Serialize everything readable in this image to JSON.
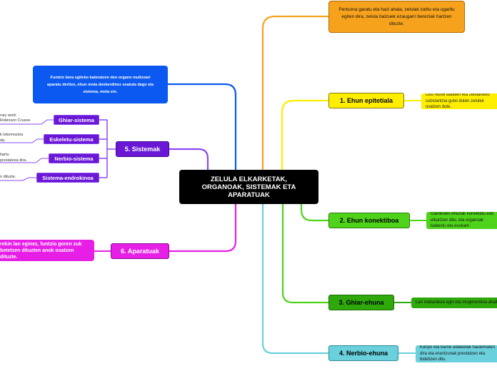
{
  "central": {
    "title": "ZELULA ELKARKETAK, ORGANOAK, SISTEMAK ETA APARATUAK"
  },
  "top_note": {
    "text": "Pertsona garatu eta hazi ahala, zelulak zatitu eta ugaritu egiten dira, zelula batzuek ezaugarri bereziak hartzen dituzte."
  },
  "branches": [
    {
      "label": "1. Ehun epitetiala",
      "note": "Oso hurbil dauden eta zelularteko substantzia gutxi duten zelulek osatzen dute."
    },
    {
      "label": "2. Ehun konektiboa",
      "note": "Gainerako ehunak konektatu edo elkartzen ditu, eta organoak babestu eta euskarri."
    },
    {
      "label": "3. Ghiar-ehuna",
      "note": "Lan mekanikoa egin eta mugimendua ahalbidetzen du."
    },
    {
      "label": "4. Nerbio-ehuna",
      "note": "Kanpo eta barne aldaketak hautematen dira eta erantzunak prestatzen eta bideltzen ditu."
    }
  ],
  "sistemak": {
    "label": "5. Sistemak",
    "note": "Funtzio bera egiteko bateratzen den organo multzoari aparatu deritzo, ehun mota desberdinez osatuta dago eta sistema, mota ere.",
    "subs": [
      "Ghiar-sistema",
      "Eskeletu-sistema",
      "Nerbio-sistema",
      "Sistema-endrokinoa"
    ],
    "fragments": [
      "rary work",
      "Robinson Crusoe",
      "k lokomozioa",
      "da.",
      "hartu",
      "prestatzea dira.",
      "n dituzte."
    ]
  },
  "aparatuak": {
    "label": "6. Aparatuak",
    "note": "rekin lan eginez, funtzio goren zuk betetzen dituzten anok osatzen dituzte."
  },
  "colors": {
    "orange": "#f7a21c",
    "yellow": "#ffee00",
    "green": "#4fd31a",
    "green_dark": "#2fa80b",
    "cyan": "#6ad0dc",
    "blue": "#0b59f0",
    "purple": "#6a18d6",
    "magenta": "#e61ee6",
    "black": "#000000"
  }
}
